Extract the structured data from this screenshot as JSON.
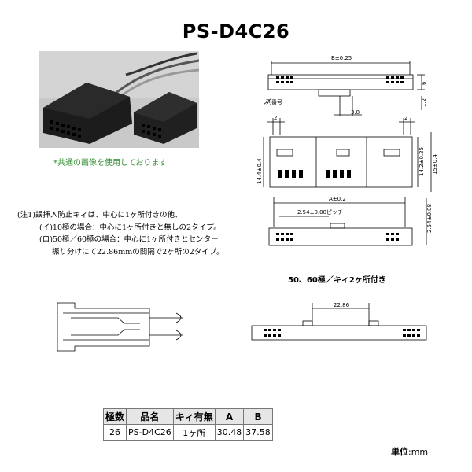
{
  "title": "PS-D4C26",
  "photo_caption": "*共通の画像を使用しております",
  "notes": [
    "(注1)誤挿入防止キィは、中心に1ヶ所付きの他、",
    "(イ)10極の場合：中心に1ヶ所付きと無しの2タイプ。",
    "(ロ)50極／60極の場合：中心に1ヶ所付きとセンター",
    "振り分けにて22.86mmの間隔で2ヶ所の2タイプ。"
  ],
  "dims": {
    "b": "B±0.25",
    "six": "6",
    "one_two": "1.2",
    "three_eight": "3.8",
    "row_label": "列番号",
    "two_left": "2",
    "two_right": "2",
    "h14_left": "14.4±0.4",
    "h14_right": "14.2±0.25",
    "h15": "15±0.4",
    "a": "A±0.2",
    "pitch": "2.54±0.08ピッチ",
    "h254": "2.54±0.08",
    "d2286": "22.86"
  },
  "diagram_caption": "50、60極／キィ2ヶ所付き",
  "table": {
    "headers": [
      "極数",
      "品名",
      "キィ有無",
      "A",
      "B"
    ],
    "rows": [
      [
        "26",
        "PS-D4C26",
        "1ヶ所",
        "30.48",
        "37.58"
      ]
    ]
  },
  "unit_label": "単位",
  "unit_value": ":mm"
}
